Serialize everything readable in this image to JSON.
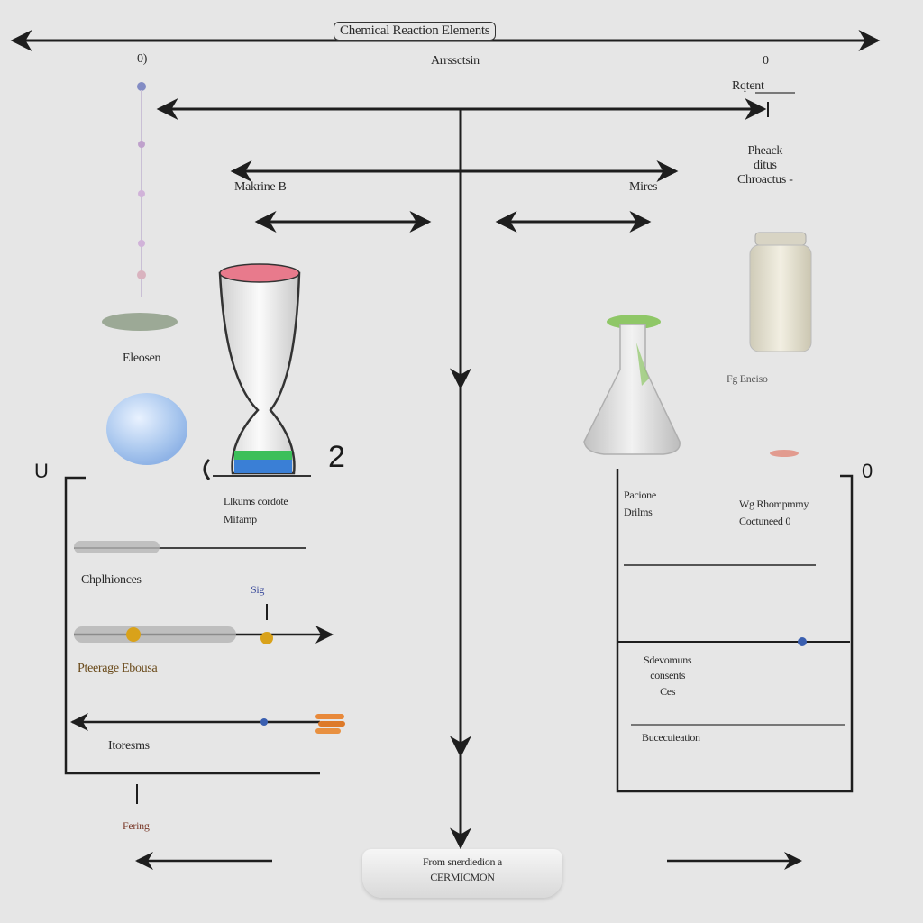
{
  "title": "Chemical Reaction Elements",
  "subtitle": "Arrssctsin",
  "left_top_mark": "0)",
  "right_top_mark": "0",
  "right_heading": "Rqtent",
  "right_sub": "Pheack\nditus\nChroactus -",
  "branch_left": "Makrine B",
  "branch_right": "Mires",
  "left_col_label": "Eleosen",
  "left_bracket_mark": "U",
  "right_bracket_mark": "0",
  "hourglass_number": "2",
  "hourglass_label": "Llkums cordote\nMifamp",
  "left_rows": [
    "Chplhionces",
    "Pteerage Ebousa",
    "Itoresms"
  ],
  "left_row_mid": [
    "Sig",
    "Fering"
  ],
  "right_rows": [
    "Pacione\nDrilms",
    "Wg Rhompmmy\nCoctuneed 0",
    "Sdevomuns\nconsents\nCes",
    "Bucecuieation"
  ],
  "flask_label": "Fg Eneiso",
  "bottom_box": "From snerdiedion a\nCERMICMON",
  "colors": {
    "line": "#1e1e1e",
    "background": "#e6e6e6",
    "sphere": "#a9c7ee",
    "hourglass_top": "#e87a8c",
    "hourglass_bottom_green": "#3cbf5a",
    "hourglass_bottom_blue": "#3a7fd6",
    "flask_green": "#86c45a",
    "gold": "#d9a21a"
  }
}
